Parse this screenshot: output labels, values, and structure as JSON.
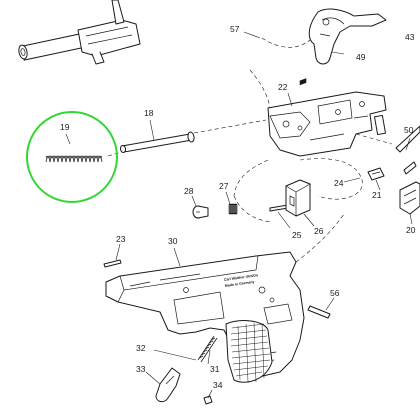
{
  "callouts": {
    "p19": "19",
    "p18": "18",
    "p57": "57",
    "p49": "49",
    "p43": "43",
    "p22": "22",
    "p50": "50",
    "p21": "21",
    "p20": "20",
    "p24": "24",
    "p28": "28",
    "p27": "27",
    "p25": "25",
    "p26": "26",
    "p23": "23",
    "p30": "30",
    "p56": "56",
    "p32": "32",
    "p31": "31",
    "p33": "33",
    "p34": "34"
  },
  "engraving": {
    "line1": "Carl Walther Ulm/Do",
    "line2": "Made in Germany"
  },
  "highlight": {
    "color": "#33d633",
    "part": "19"
  }
}
